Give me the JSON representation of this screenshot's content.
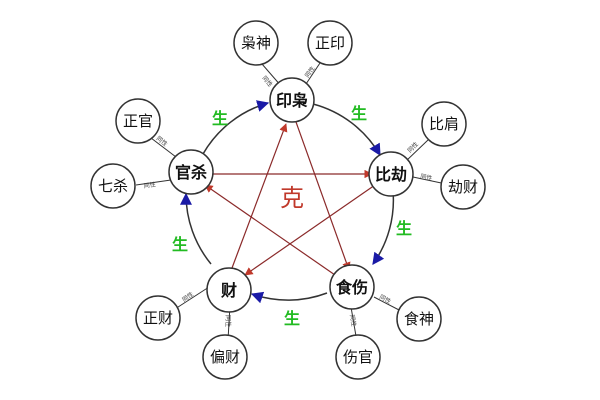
{
  "diagram": {
    "colors": {
      "sheng": "#22bb22",
      "ke": "#c0392b",
      "arrow_blue": "#1a1aa6",
      "line": "#333333"
    },
    "center_label": "克",
    "sheng_label": "生",
    "small_label": "同性",
    "main_nodes": {
      "yin_xiao": "印枭",
      "bi_jie": "比劫",
      "shi_shang": "食伤",
      "cai": "财",
      "guan_sha": "官杀"
    },
    "outer_nodes": {
      "xiao_shen": "枭神",
      "zheng_yin": "正印",
      "bi_jian": "比肩",
      "jie_cai": "劫财",
      "shi_shen": "食神",
      "shang_guan": "伤官",
      "zheng_cai": "正财",
      "pian_cai": "偏财",
      "zheng_guan": "正官",
      "qi_sha": "七杀"
    }
  }
}
